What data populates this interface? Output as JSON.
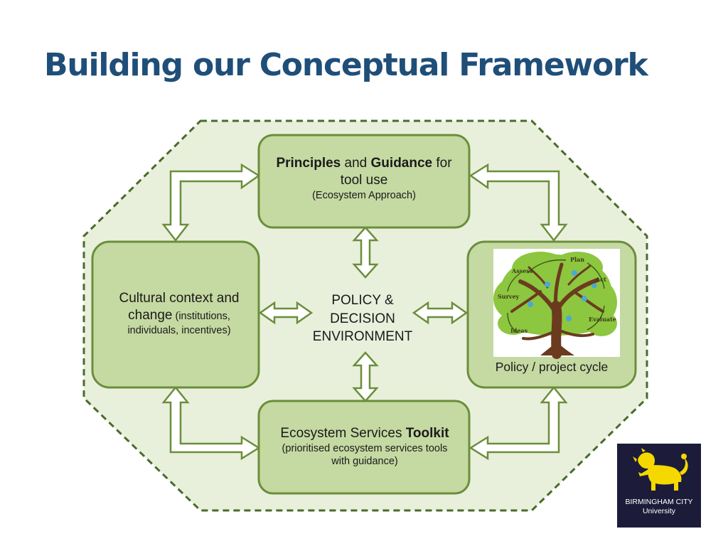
{
  "slide": {
    "title": "Building our Conceptual Framework"
  },
  "diagram": {
    "principles": {
      "bold_1": "Principles",
      "text_1": " and ",
      "bold_2": "Guidance",
      "text_2": " for",
      "line_2": "tool use",
      "sub": "(Ecosystem Approach)"
    },
    "cultural": {
      "line_1": "Cultural context and",
      "line_2_main": "change",
      "line_2_sub": " (institutions,",
      "line_3": "individuals, incentives)"
    },
    "center": {
      "line_1": "POLICY &",
      "line_2": "DECISION",
      "line_3": "ENVIRONMENT"
    },
    "toolkit": {
      "line_1_main": "Ecosystem Services ",
      "line_1_bold": "Toolkit",
      "line_2": "(prioritised ecosystem services tools",
      "line_3": "with guidance)"
    },
    "cycle": {
      "caption": "Policy / project cycle",
      "stages": [
        "Plan",
        "Act",
        "Evaluate",
        "Ideas",
        "Survey",
        "Assess"
      ]
    },
    "colors": {
      "box_fill": "#c5d9a2",
      "box_stroke": "#6b8e3a",
      "octagon_fill": "#e8f0dc",
      "octagon_stroke": "#4b6b2a",
      "arrow_fill": "#ffffff",
      "title": "#1f4e79"
    }
  },
  "logo": {
    "line_1": "BIRMINGHAM CITY",
    "line_2": "University",
    "mark": "lion-icon"
  }
}
